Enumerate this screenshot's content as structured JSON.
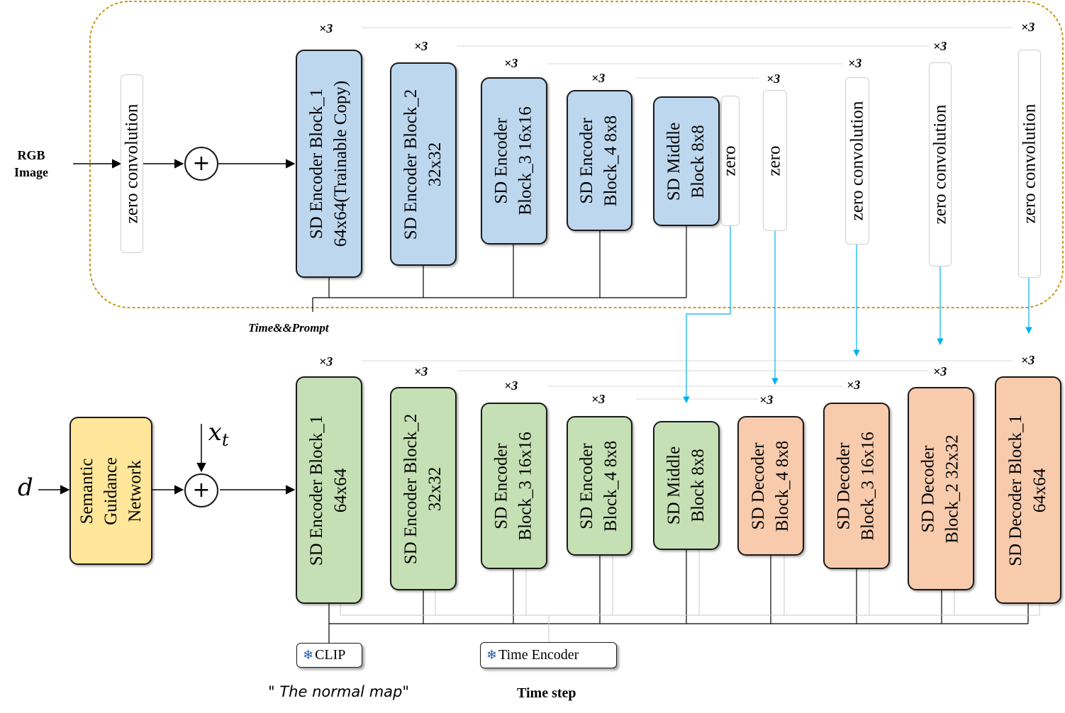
{
  "multiplier": "×3",
  "inputs": {
    "rgb_image": "RGB\nImage",
    "d": "d",
    "x_t": "x",
    "x_t_sub": "t",
    "time_prompt": "Time&&Prompt",
    "prompt_text": "\" The normal map\"",
    "time_step": "Time step",
    "plus_symbol": "+"
  },
  "frozen_modules": {
    "clip": "CLIP",
    "time_encoder": "Time Encoder",
    "snow_icon": "❄"
  },
  "control_branch": {
    "zero_conv_in": "zero convolution",
    "blocks": [
      "SD Encoder Block_1\n64x64(Trainable Copy)",
      "SD Encoder Block_2\n32x32",
      "SD Encoder\nBlock_3 16x16",
      "SD Encoder\nBlock_4 8x8",
      "SD Middle\nBlock 8x8"
    ],
    "zero_outputs": [
      "zero",
      "zero",
      "zero convolution",
      "zero convolution",
      "zero convolution"
    ]
  },
  "main_branch": {
    "semantic_guidance": "Semantic\nGuidance\nNetwork",
    "encoder_blocks": [
      "SD Encoder Block_1\n64x64",
      "SD Encoder Block_2\n32x32",
      "SD Encoder\nBlock_3 16x16",
      "SD Encoder\nBlock_4 8x8",
      "SD Middle\nBlock 8x8"
    ],
    "decoder_blocks": [
      "SD Decoder\nBlock_4 8x8",
      "SD Decoder\nBlock_3 16x16",
      "SD Decoder\nBlock_2 32x32",
      "SD Decoder Block_1\n64x64"
    ]
  },
  "colors": {
    "control_block": "#bdd7ee",
    "encoder_block": "#c5e0b4",
    "decoder_block": "#f8cbad",
    "guidance_block": "#ffe699",
    "dashed_frame": "#bf9000",
    "skip_arrow": "#00b0f0"
  }
}
